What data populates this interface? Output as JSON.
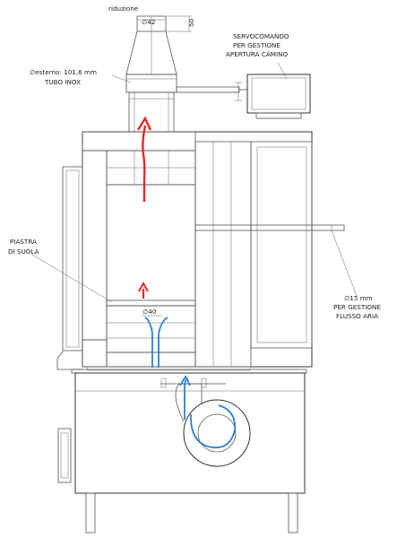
{
  "labels": {
    "riduzione": "riduzione",
    "dia42": "∅42",
    "dim50": "50",
    "servo1": "SERVOCOMANDO",
    "servo2": "PER GESTIONE",
    "servo3": "APERTURA CAMINO",
    "tubo1": "∅esterno: 101,6 mm",
    "tubo2": "TUBO INOX",
    "piastra1": "PIASTRA",
    "piastra2": "DI SUOLA",
    "dia40": "∅40",
    "aria1": "∅15 mm",
    "aria2": "PER GESTIONE",
    "aria3": "FLUSSO ARIA"
  },
  "colors": {
    "hot_flow": "#e8262a",
    "cold_flow": "#2f7fd6",
    "line": "#555555",
    "hatch": "#888888"
  }
}
